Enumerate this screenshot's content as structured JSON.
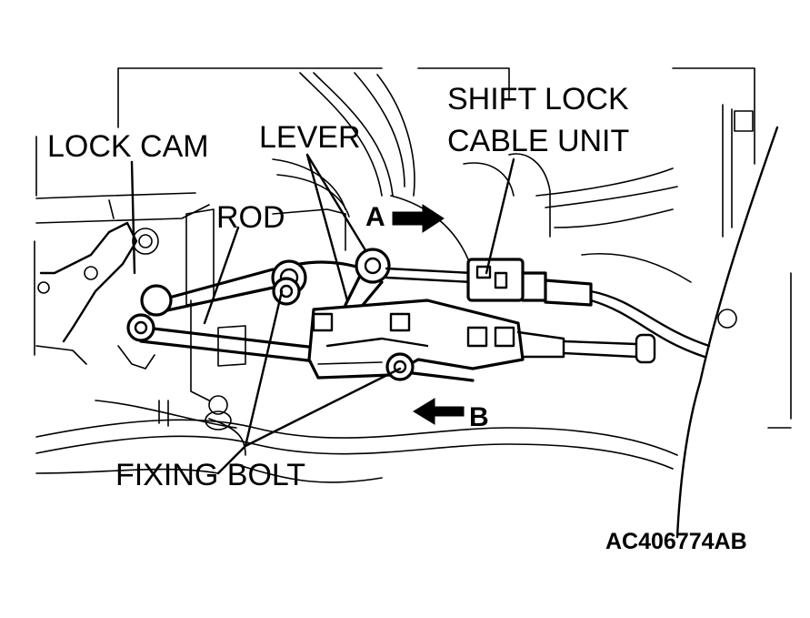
{
  "labels": {
    "shift_lock_cable_unit_line1": "SHIFT LOCK",
    "shift_lock_cable_unit_line2": "CABLE UNIT",
    "lock_cam": "LOCK CAM",
    "lever": "LEVER",
    "rod": "ROD",
    "fixing_bolt": "FIXING BOLT",
    "arrow_a": "A",
    "arrow_b": "B"
  },
  "figure_code": "AC406774AB",
  "colors": {
    "ink": "#000000",
    "background": "#ffffff"
  }
}
